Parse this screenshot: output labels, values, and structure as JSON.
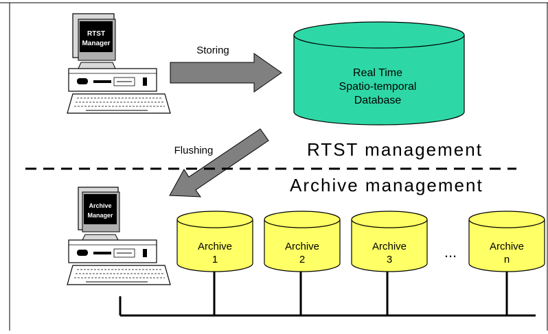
{
  "computers": {
    "rtst": {
      "line1": "RTST",
      "line2": "Manager"
    },
    "archive": {
      "line1": "Archive",
      "line2": "Manager"
    }
  },
  "arrows": {
    "storing": "Storing",
    "flushing": "Flushing"
  },
  "realtime_db": {
    "line1": "Real Time",
    "line2": "Spatio-temporal",
    "line3": "Database",
    "fill": "#2ed8a6"
  },
  "sections": {
    "upper": "RTST management",
    "lower": "Archive management"
  },
  "archives": {
    "fill": "#ffff66",
    "ellipsis": "...",
    "items": [
      {
        "line1": "Archive",
        "line2": "1"
      },
      {
        "line1": "Archive",
        "line2": "2"
      },
      {
        "line1": "Archive",
        "line2": "3"
      },
      {
        "line1": "Archive",
        "line2": "n"
      }
    ]
  },
  "colors": {
    "arrow": "#808080",
    "line": "#000000"
  }
}
